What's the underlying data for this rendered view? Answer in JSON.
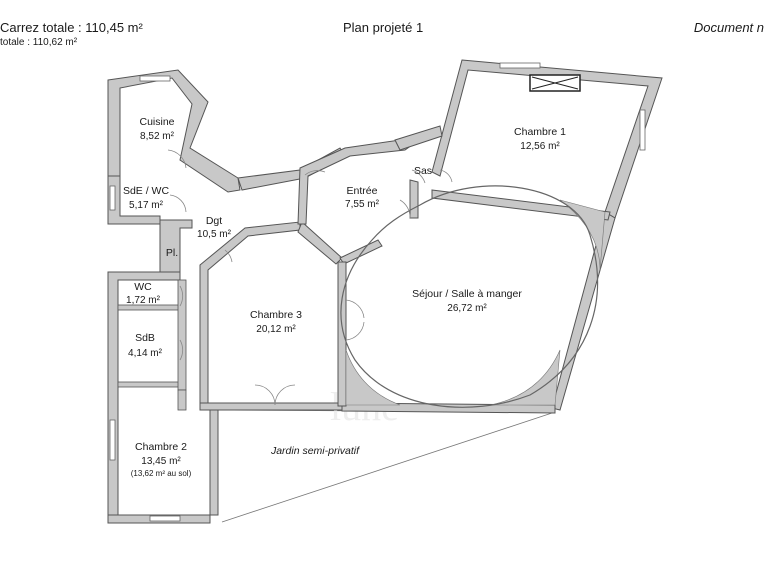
{
  "header": {
    "left_title": "Carrez totale : 110,45 m²",
    "left_subtitle": "totale : 110,62 m²",
    "center_title": "Plan projeté 1",
    "right_title": "Document n"
  },
  "rooms": {
    "cuisine": {
      "name": "Cuisine",
      "area": "8,52 m²"
    },
    "sde_wc": {
      "name": "SdE / WC",
      "area": "5,17 m²"
    },
    "dgt": {
      "name": "Dgt",
      "area": "10,5 m²"
    },
    "pl": {
      "name": "Pl."
    },
    "wc": {
      "name": "WC",
      "area": "1,72 m²"
    },
    "sdb": {
      "name": "SdB",
      "area": "4,14 m²"
    },
    "chambre2": {
      "name": "Chambre 2",
      "area": "13,45 m²",
      "note": "(13,62 m² au sol)"
    },
    "chambre3": {
      "name": "Chambre 3",
      "area": "20,12 m²"
    },
    "entree": {
      "name": "Entrée",
      "area": "7,55 m²"
    },
    "sas": {
      "name": "Sas"
    },
    "chambre1": {
      "name": "Chambre 1",
      "area": "12,56 m²"
    },
    "sejour": {
      "name": "Séjour / Salle à manger",
      "area": "26,72 m²"
    }
  },
  "garden": {
    "label": "Jardin semi-privatif"
  },
  "watermark": {
    "text": "lune"
  },
  "colors": {
    "wall": "#c8c8c8",
    "outline": "#555555",
    "background": "#ffffff"
  }
}
